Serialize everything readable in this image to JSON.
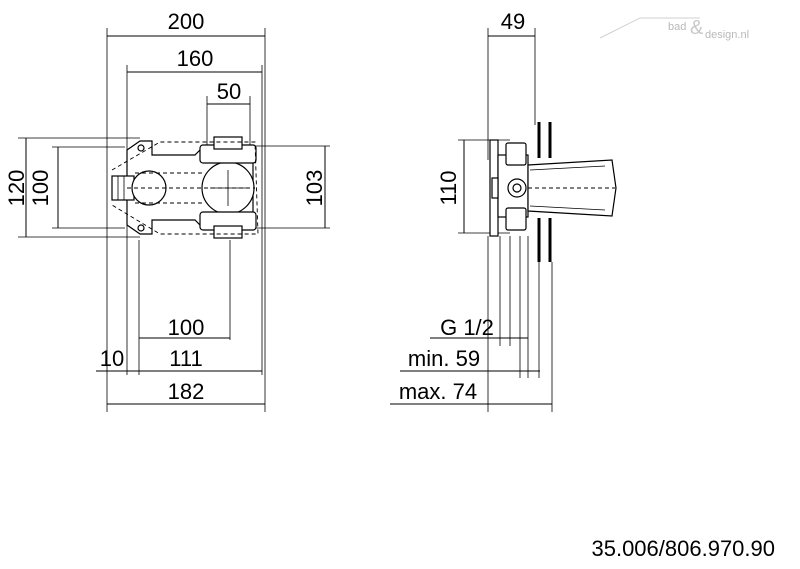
{
  "watermark": {
    "text_left": "bad",
    "text_amp": "&",
    "text_right": "design.nl"
  },
  "front_view": {
    "dim_overall_width": "200",
    "dim_width_160": "160",
    "dim_width_50": "50",
    "dim_height_120": "120",
    "dim_height_100": "100",
    "dim_height_103": "103",
    "dim_bottom_100": "100",
    "dim_bottom_10": "10",
    "dim_bottom_111": "111",
    "dim_bottom_182": "182"
  },
  "side_view": {
    "dim_depth_49": "49",
    "dim_height_110": "110",
    "thread": "G 1/2",
    "depth_min": "min. 59",
    "depth_max": "max. 74"
  },
  "article_number": "35.006/806.970.90"
}
